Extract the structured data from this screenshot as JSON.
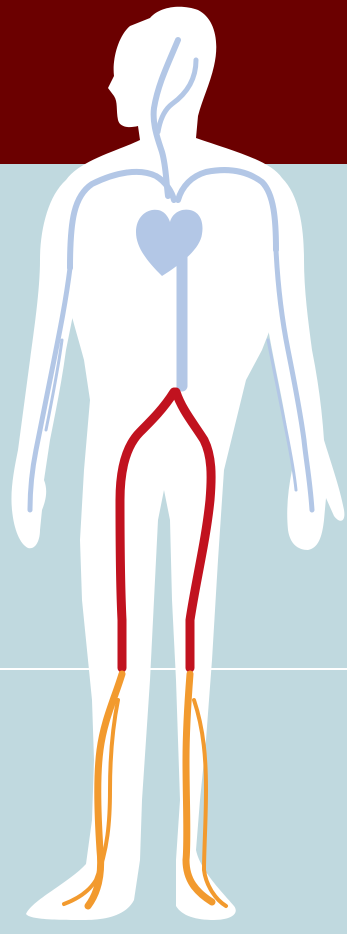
{
  "colors": {
    "background": "#c0d9df",
    "upper_band": "#6b0000",
    "divider_line": "#ffffff",
    "body": "#ffffff",
    "heart": "#b3c7e6",
    "upper_vessels": "#b3c7e6",
    "thigh_arteries": "#c1121f",
    "lower_leg_arteries": "#f29a2e"
  },
  "figure": {
    "subject": "human-body-front-view",
    "parts": [
      "heart",
      "upper-body-vessels",
      "thigh-arteries",
      "lower-leg-arteries"
    ]
  }
}
